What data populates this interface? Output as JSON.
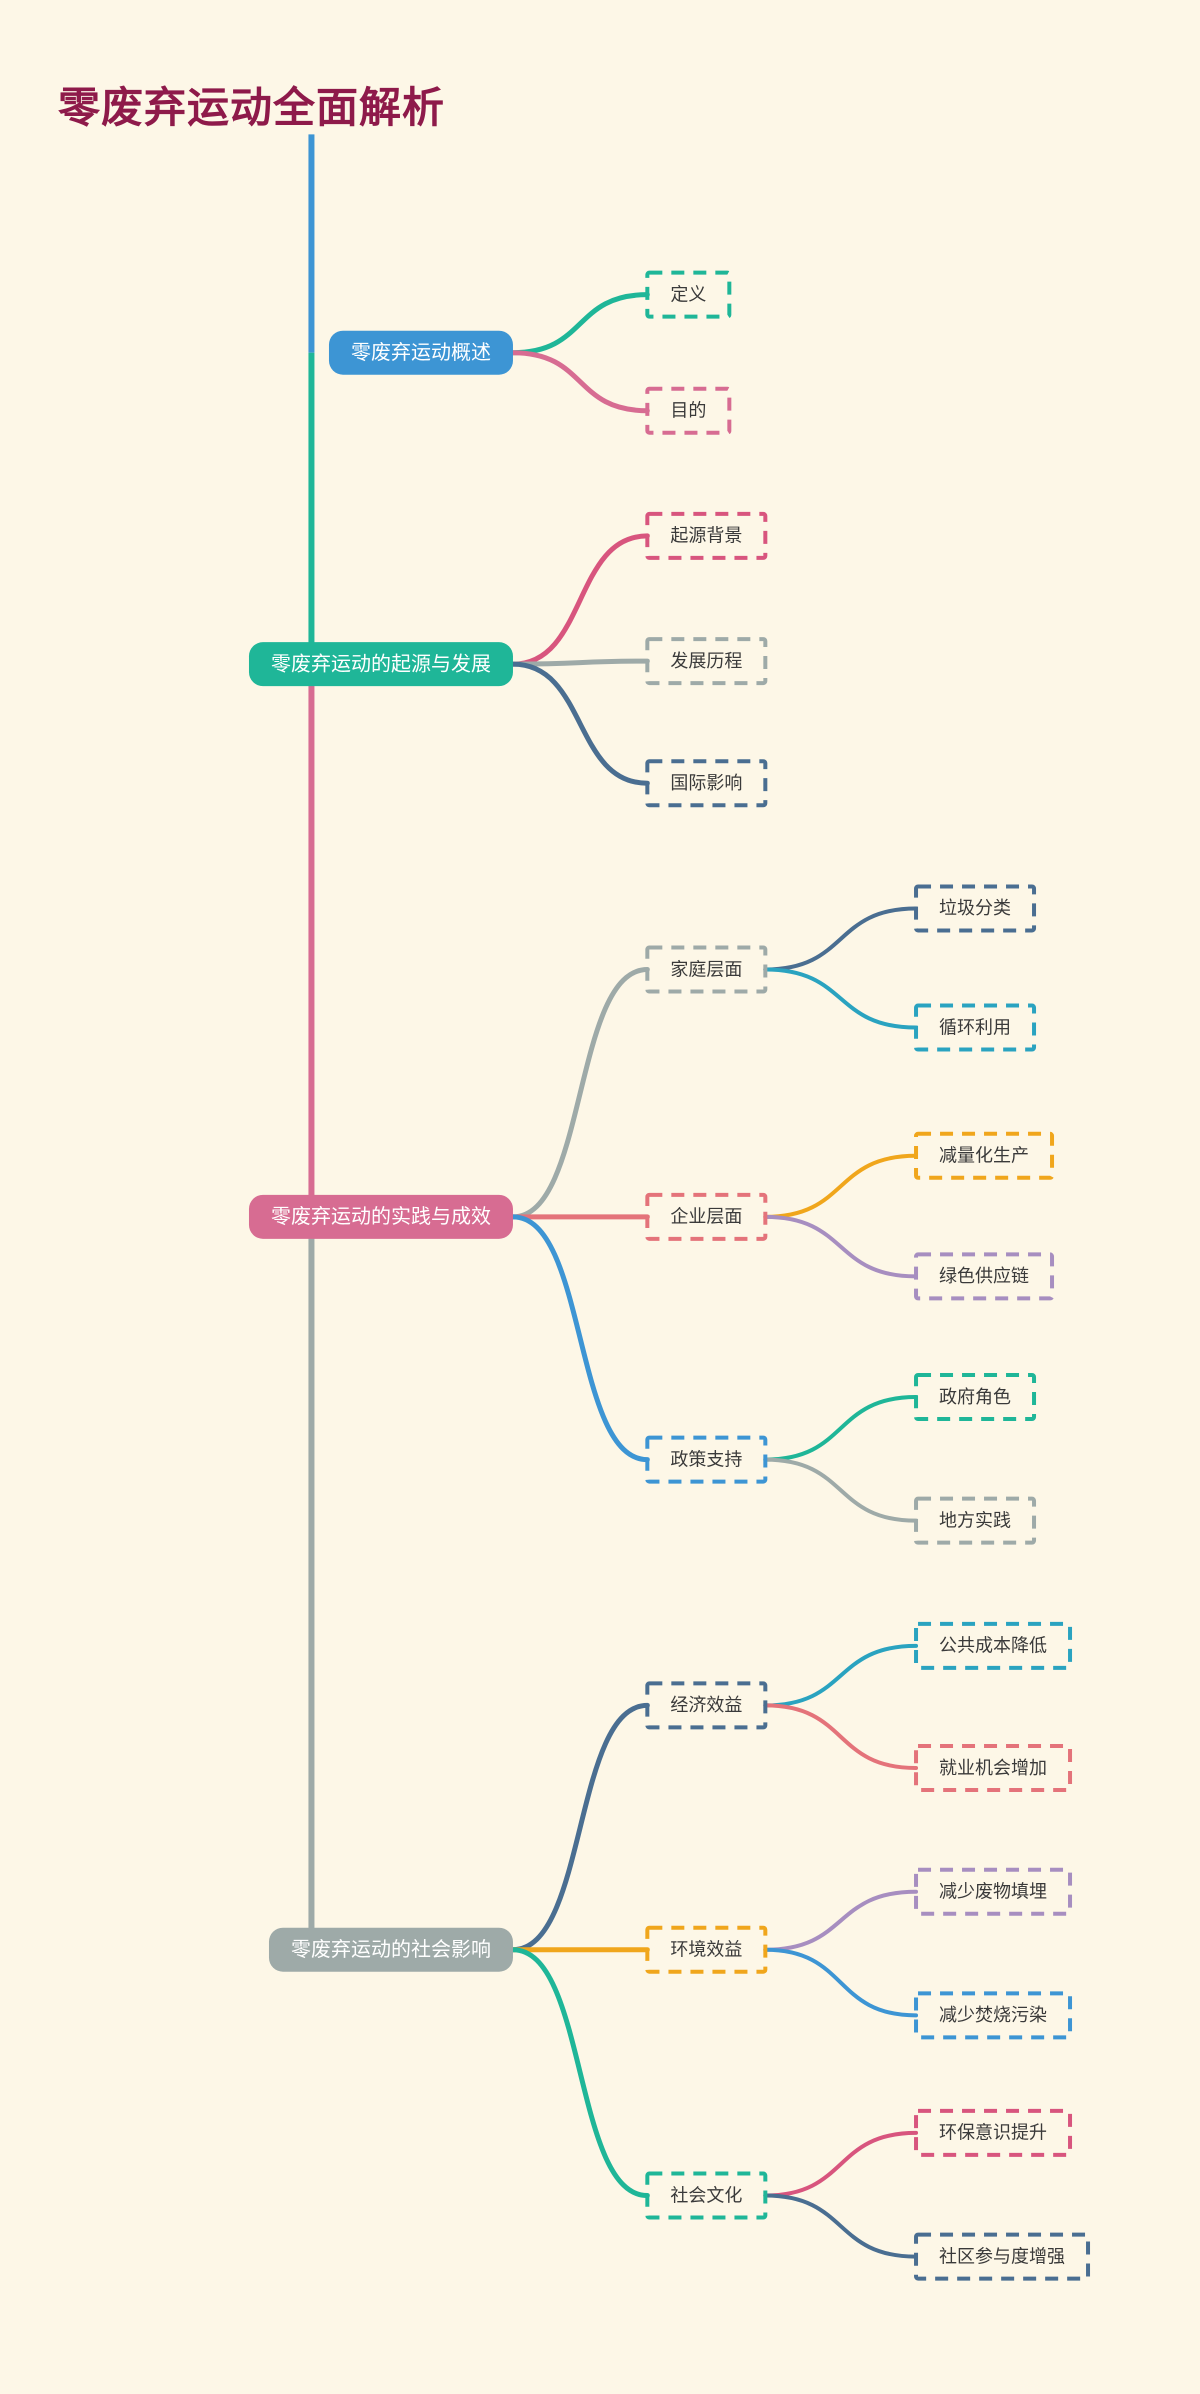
{
  "title": "零废弃运动全面解析",
  "colors": {
    "background": "#FDF7E7",
    "title": "#8E1A4A",
    "trunk_segment_1": "#3D95D4",
    "trunk_segment_2": "#1FB698",
    "trunk_segment_3": "#D76C92",
    "trunk_segment_4": "#9EAAA8",
    "node_text_light": "#FFFFFF",
    "node_text_dark": "#3A3A3A"
  },
  "branches": [
    {
      "id": "overview",
      "label": "零废弃运动概述",
      "fill": "#3D95D4",
      "children": [
        {
          "id": "definition",
          "label": "定义",
          "color": "#1FB698",
          "children": []
        },
        {
          "id": "purpose",
          "label": "目的",
          "color": "#D76C92",
          "children": []
        }
      ]
    },
    {
      "id": "origin-development",
      "label": "零废弃运动的起源与发展",
      "fill": "#1FB698",
      "children": [
        {
          "id": "origin-background",
          "label": "起源背景",
          "color": "#D8557E",
          "children": []
        },
        {
          "id": "development-history",
          "label": "发展历程",
          "color": "#9EAAA8",
          "children": []
        },
        {
          "id": "international-influence",
          "label": "国际影响",
          "color": "#4A6E91",
          "children": []
        }
      ]
    },
    {
      "id": "practice-results",
      "label": "零废弃运动的实践与成效",
      "fill": "#D76C92",
      "children": [
        {
          "id": "household-level",
          "label": "家庭层面",
          "color": "#9EAAA8",
          "children": [
            {
              "id": "waste-sorting",
              "label": "垃圾分类",
              "color": "#4A6E91"
            },
            {
              "id": "recycling",
              "label": "循环利用",
              "color": "#2AA3C0"
            }
          ]
        },
        {
          "id": "enterprise-level",
          "label": "企业层面",
          "color": "#E4737A",
          "children": [
            {
              "id": "reduced-production",
              "label": "减量化生产",
              "color": "#F0A61C"
            },
            {
              "id": "green-supply-chain",
              "label": "绿色供应链",
              "color": "#A78EC0"
            }
          ]
        },
        {
          "id": "policy-support",
          "label": "政策支持",
          "color": "#3D95D4",
          "children": [
            {
              "id": "government-role",
              "label": "政府角色",
              "color": "#1FB698"
            },
            {
              "id": "local-practice",
              "label": "地方实践",
              "color": "#9EAAA8"
            }
          ]
        }
      ]
    },
    {
      "id": "social-impact",
      "label": "零废弃运动的社会影响",
      "fill": "#9EAAA8",
      "children": [
        {
          "id": "economic-benefit",
          "label": "经济效益",
          "color": "#4A6E91",
          "children": [
            {
              "id": "lower-public-cost",
              "label": "公共成本降低",
              "color": "#2AA3C0"
            },
            {
              "id": "more-jobs",
              "label": "就业机会增加",
              "color": "#E4737A"
            }
          ]
        },
        {
          "id": "environmental-benefit",
          "label": "环境效益",
          "color": "#F0A61C",
          "children": [
            {
              "id": "less-landfill",
              "label": "减少废物填埋",
              "color": "#A78EC0"
            },
            {
              "id": "less-incineration",
              "label": "减少焚烧污染",
              "color": "#3D95D4"
            }
          ]
        },
        {
          "id": "social-culture",
          "label": "社会文化",
          "color": "#1FB698",
          "children": [
            {
              "id": "eco-awareness",
              "label": "环保意识提升",
              "color": "#D8557E"
            },
            {
              "id": "community-participation",
              "label": "社区参与度增强",
              "color": "#4A6E91"
            }
          ]
        }
      ]
    }
  ]
}
